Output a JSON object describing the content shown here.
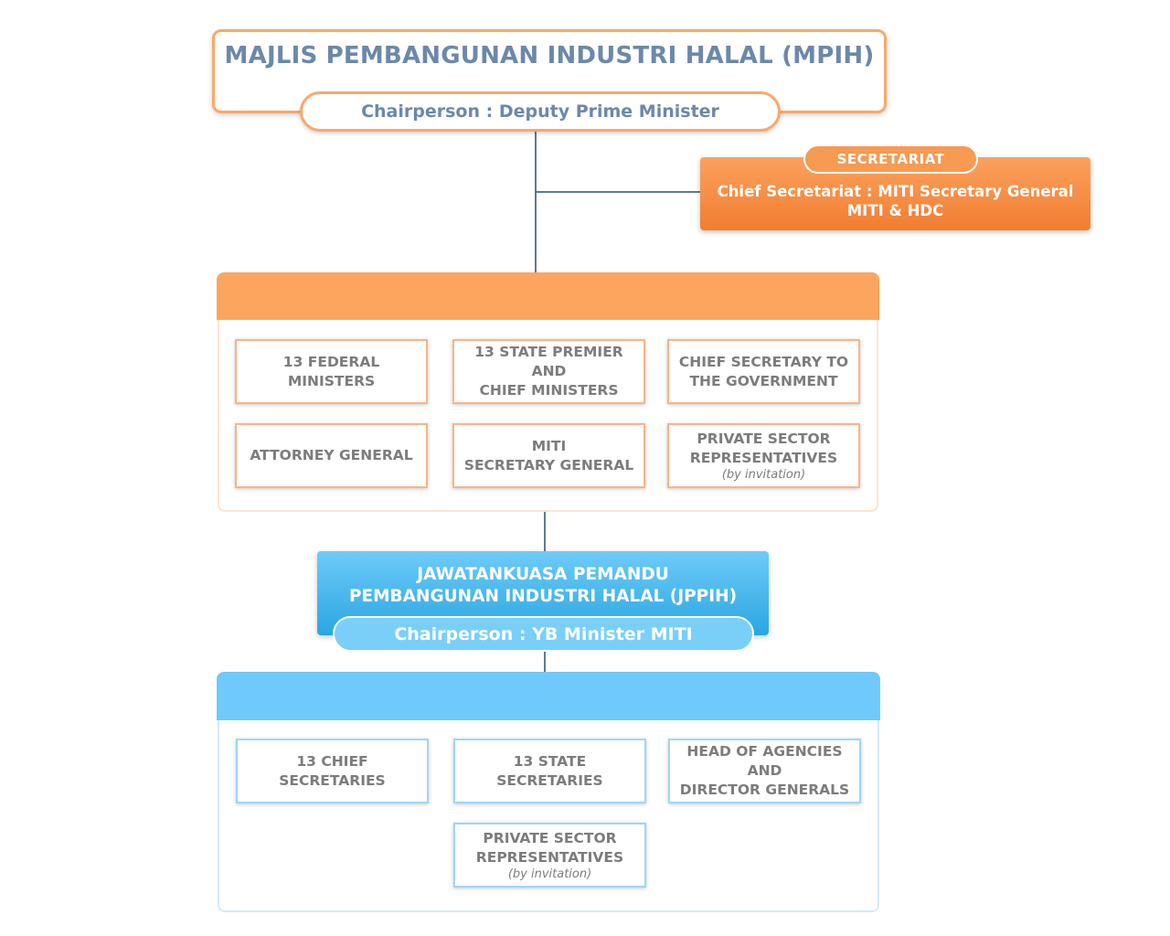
{
  "council": {
    "title": "MAJLIS PEMBANGUNAN INDUSTRI HALAL (MPIH)",
    "chairperson": "Chairperson : Deputy Prime Minister"
  },
  "secretariat": {
    "label": "SECRETARIAT",
    "line1": "Chief Secretariat : MITI Secretary General",
    "line2": "MITI & HDC"
  },
  "council_members": [
    {
      "line1": "13 FEDERAL MINISTERS",
      "line2": "",
      "note": ""
    },
    {
      "line1": "13 STATE PREMIER AND",
      "line2": "CHIEF MINISTERS",
      "note": ""
    },
    {
      "line1": "CHIEF SECRETARY TO",
      "line2": "THE GOVERNMENT",
      "note": ""
    },
    {
      "line1": "ATTORNEY GENERAL",
      "line2": "",
      "note": ""
    },
    {
      "line1": "MITI",
      "line2": "SECRETARY GENERAL",
      "note": ""
    },
    {
      "line1": "PRIVATE SECTOR",
      "line2": "REPRESENTATIVES",
      "note": "(by invitation)"
    }
  ],
  "committee": {
    "title_line1": "JAWATANKUASA PEMANDU",
    "title_line2": "PEMBANGUNAN INDUSTRI HALAL (JPPIH)",
    "chairperson": "Chairperson : YB Minister MITI"
  },
  "committee_members": [
    {
      "line1": "13 CHIEF SECRETARIES",
      "line2": "",
      "note": ""
    },
    {
      "line1": "13 STATE SECRETARIES",
      "line2": "",
      "note": ""
    },
    {
      "line1": "HEAD OF AGENCIES AND",
      "line2": "DIRECTOR GENERALS",
      "note": ""
    },
    {
      "line1": "PRIVATE SECTOR",
      "line2": "REPRESENTATIVES",
      "note": "(by invitation)"
    }
  ],
  "colors": {
    "orange_accent": "#f9a86a",
    "blue_accent": "#6fcafb",
    "title_text": "#6b88ab",
    "member_text": "#7c7c7c",
    "connector": "#5f7a90"
  }
}
